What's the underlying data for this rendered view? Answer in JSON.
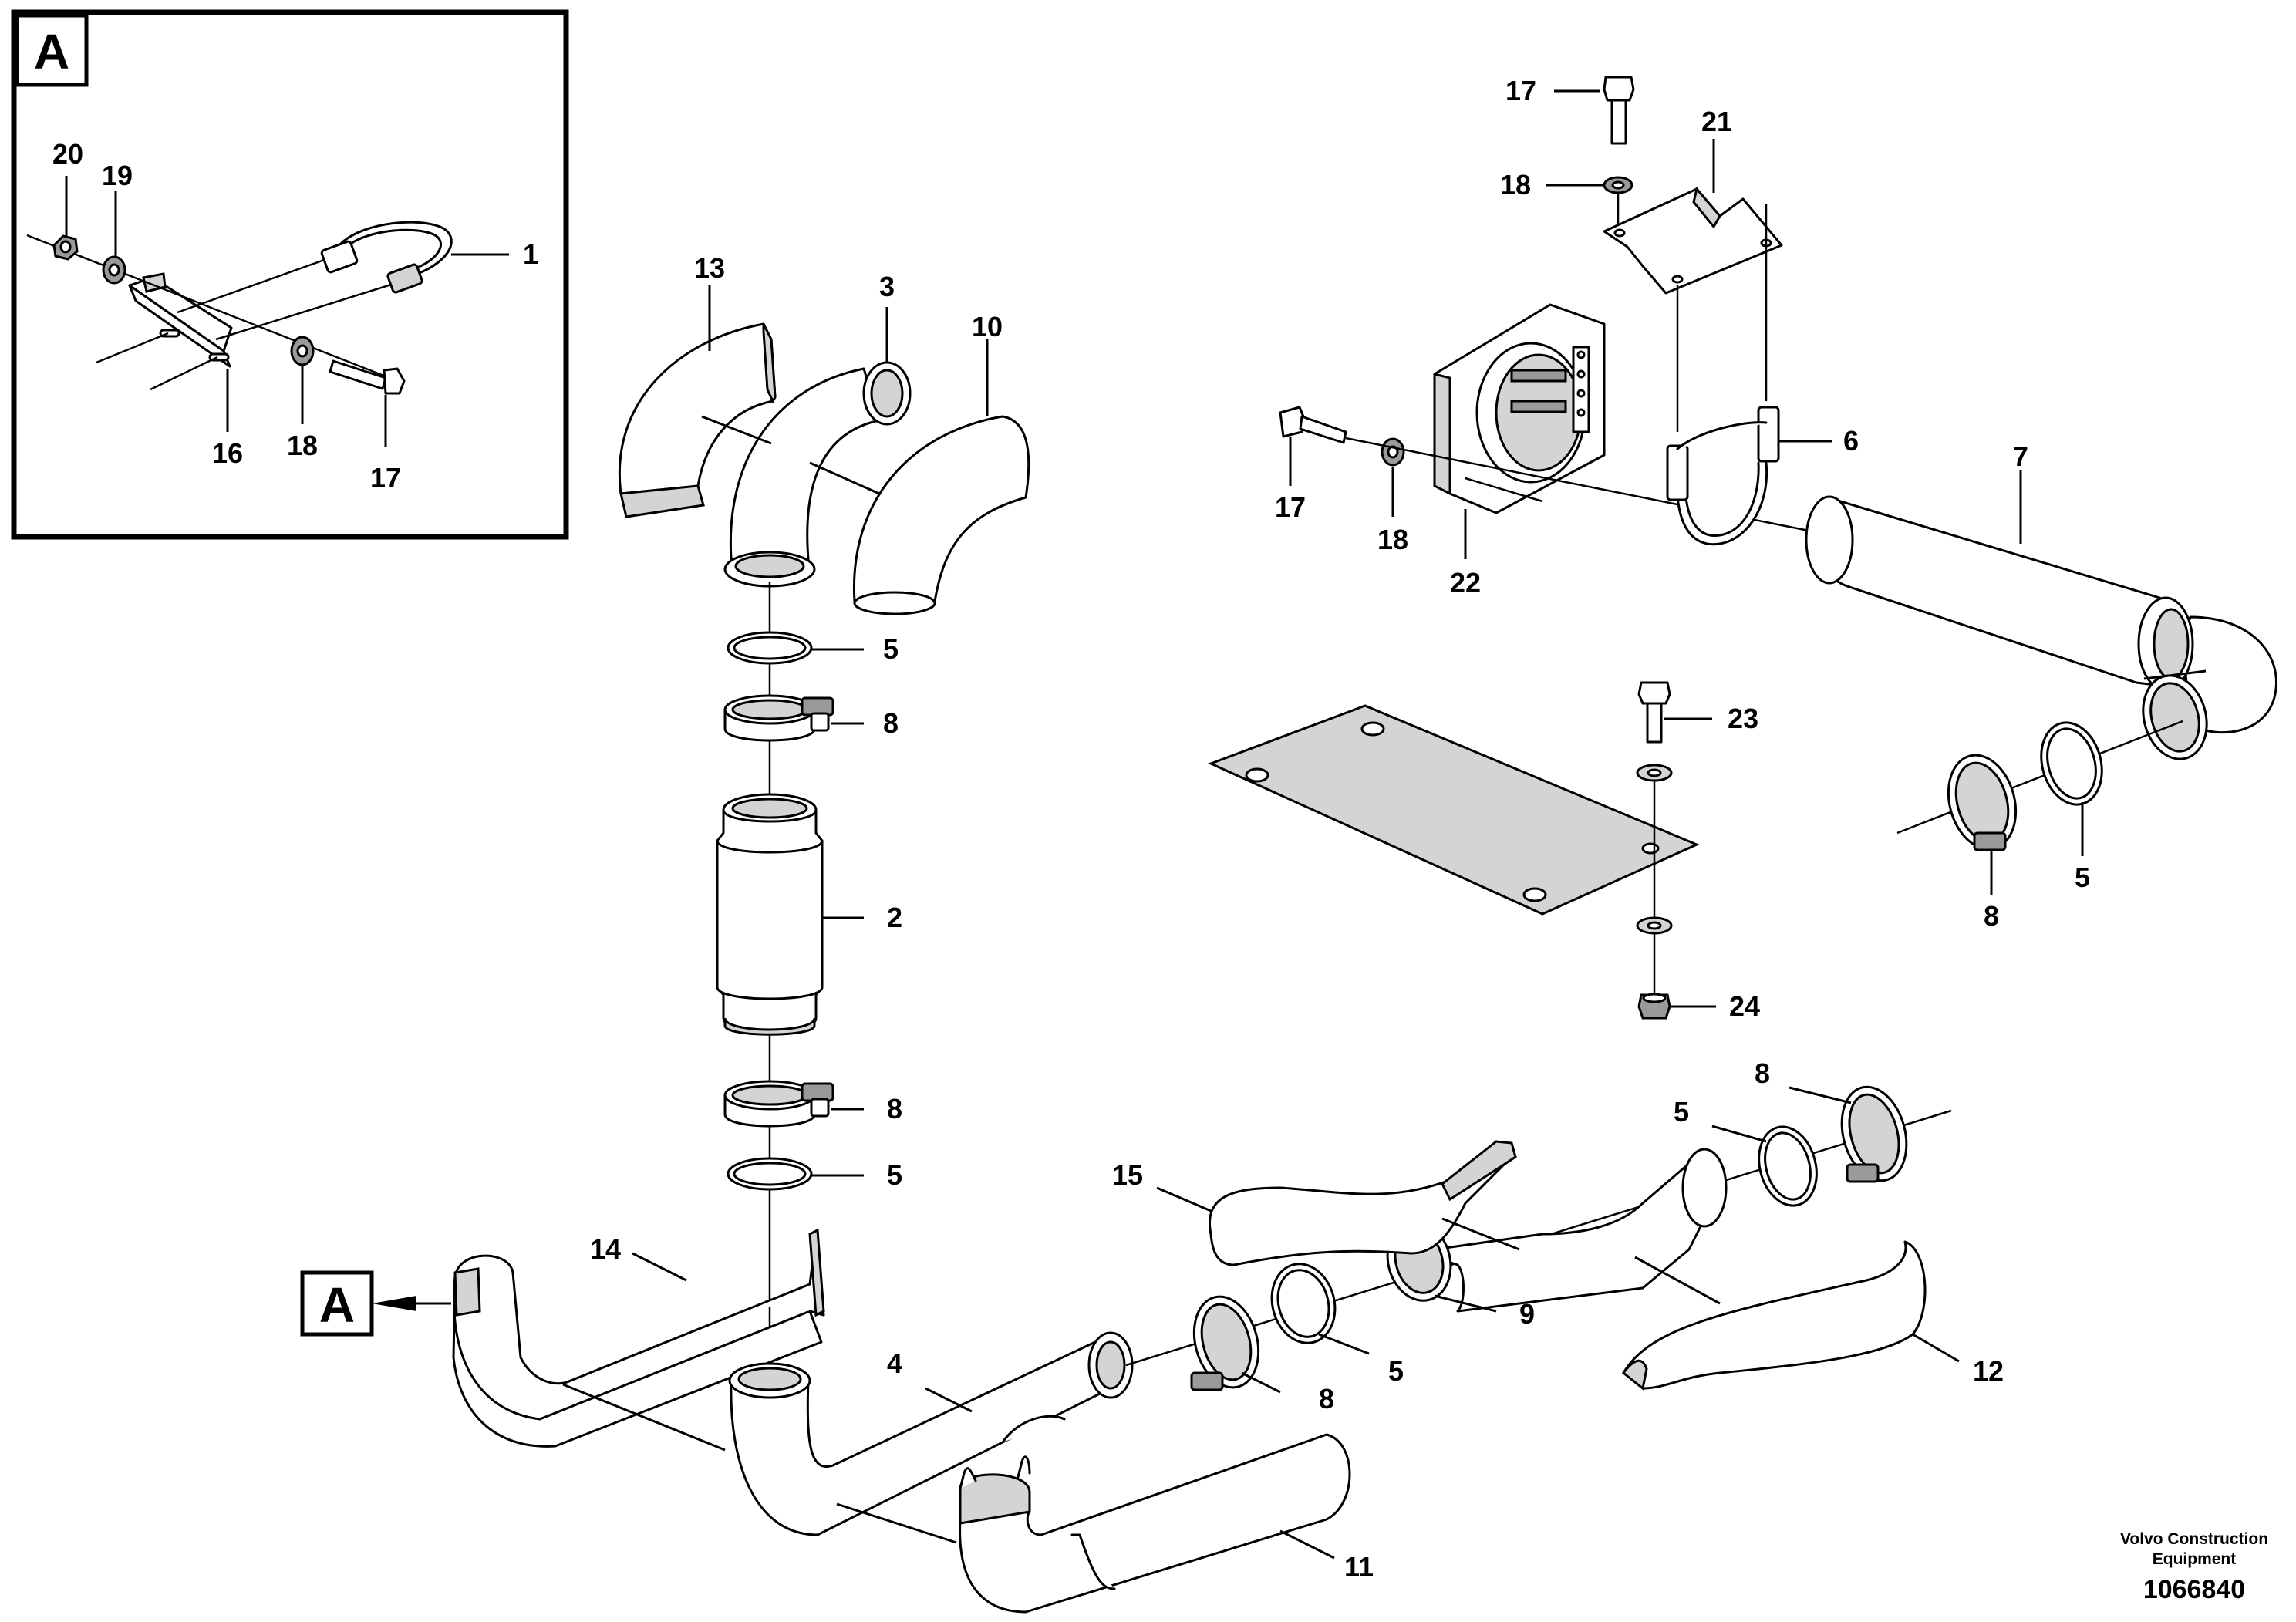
{
  "detail": {
    "letter": "A"
  },
  "detail_reference": {
    "letter": "A"
  },
  "callouts": {
    "c1": "1",
    "c2": "2",
    "c3": "3",
    "c4": "4",
    "c5a": "5",
    "c5b": "5",
    "c5c": "5",
    "c5d": "5",
    "c5e": "5",
    "c6": "6",
    "c7": "7",
    "c8a": "8",
    "c8b": "8",
    "c8c": "8",
    "c8d": "8",
    "c8e": "8",
    "c9": "9",
    "c10": "10",
    "c11": "11",
    "c12": "12",
    "c13": "13",
    "c14": "14",
    "c15": "15",
    "c16": "16",
    "c17a": "17",
    "c17b": "17",
    "c17c": "17",
    "c18a": "18",
    "c18b": "18",
    "c18c": "18",
    "c19": "19",
    "c20": "20",
    "c21": "21",
    "c22": "22",
    "c23": "23",
    "c24": "24"
  },
  "footer": {
    "company_line1": "Volvo Construction",
    "company_line2": "Equipment",
    "document_number": "1066840"
  }
}
